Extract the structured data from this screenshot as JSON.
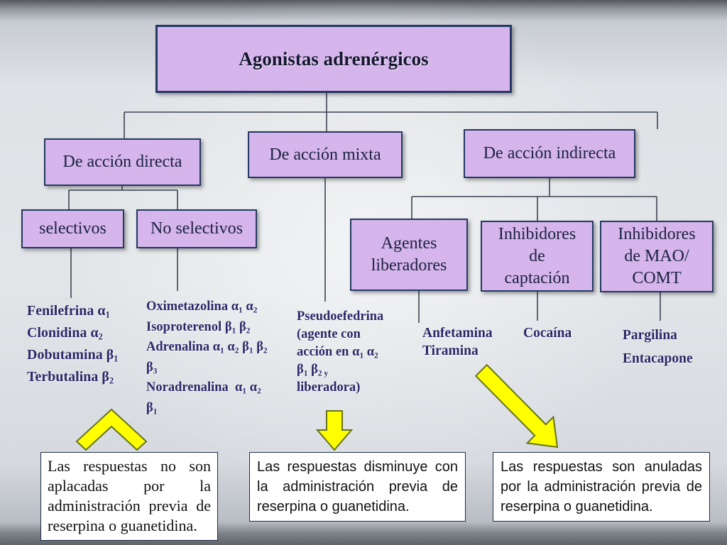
{
  "slide": {
    "title": "Agonistas adrenérgicos"
  },
  "categories": {
    "directa": {
      "label": "De acción directa",
      "selectivos": {
        "label": "selectivos",
        "lines": [
          [
            "Fenilefrina α",
            "1"
          ],
          [
            "Clonidina α",
            "2"
          ],
          [
            "Dobutamina β",
            "1"
          ],
          [
            "Terbutalina β",
            "2"
          ]
        ]
      },
      "no_selectivos": {
        "label": "No selectivos",
        "lines": [
          [
            "Oximetazolina α",
            "1",
            " α",
            "2"
          ],
          [
            "Isoproterenol β",
            "1",
            " β",
            "2"
          ],
          [
            "Adrenalina α",
            "1",
            " α",
            "2",
            " β",
            "1",
            " β",
            "2"
          ],
          [
            "β",
            "3"
          ],
          [
            "Noradrenalina  α",
            "1",
            " α",
            "2"
          ],
          [
            "β",
            "1"
          ]
        ]
      }
    },
    "mixta": {
      "label": "De acción mixta",
      "lines": [
        [
          "Pseudoefedrina"
        ],
        [
          "(agente con"
        ],
        [
          "acción en α",
          "1",
          " α",
          "2"
        ],
        [
          "β",
          "1",
          " β",
          "2 y"
        ],
        [
          "liberadora)"
        ]
      ]
    },
    "indirecta": {
      "label": "De acción indirecta",
      "liberadores": {
        "label_lines": [
          "Agentes",
          "liberadores"
        ],
        "lines": [
          [
            "Anfetamina"
          ],
          [
            "Tiramina"
          ]
        ]
      },
      "captacion": {
        "label_lines": [
          "Inhibidores",
          "de",
          "captación"
        ],
        "lines": [
          [
            "Cocaína"
          ]
        ]
      },
      "mao_comt": {
        "label_lines": [
          "Inhibidores",
          "de MAO/",
          "COMT"
        ],
        "lines": [
          [
            "Pargilina"
          ],
          [
            "Entacapone"
          ]
        ]
      }
    }
  },
  "notes": {
    "directa": "Las respuestas no son aplacadas por la administración previa de reserpina o guanetidina.",
    "mixta": "Las respuestas disminuye con la administración previa de reserpina o guanetidina.",
    "indirecta": "Las respuestas son anuladas por la administración previa de reserpina o guanetidina."
  },
  "colors": {
    "box_fill": "#d5b5ec",
    "box_border": "#243a62",
    "label_text": "#1c2240",
    "item_text": "#2b2768",
    "arrow_fill": "#ffff00",
    "arrow_stroke": "#66731a",
    "connector": "#3d4452",
    "note_border": "#1f2d4a",
    "note_fill": "#ffffff"
  }
}
